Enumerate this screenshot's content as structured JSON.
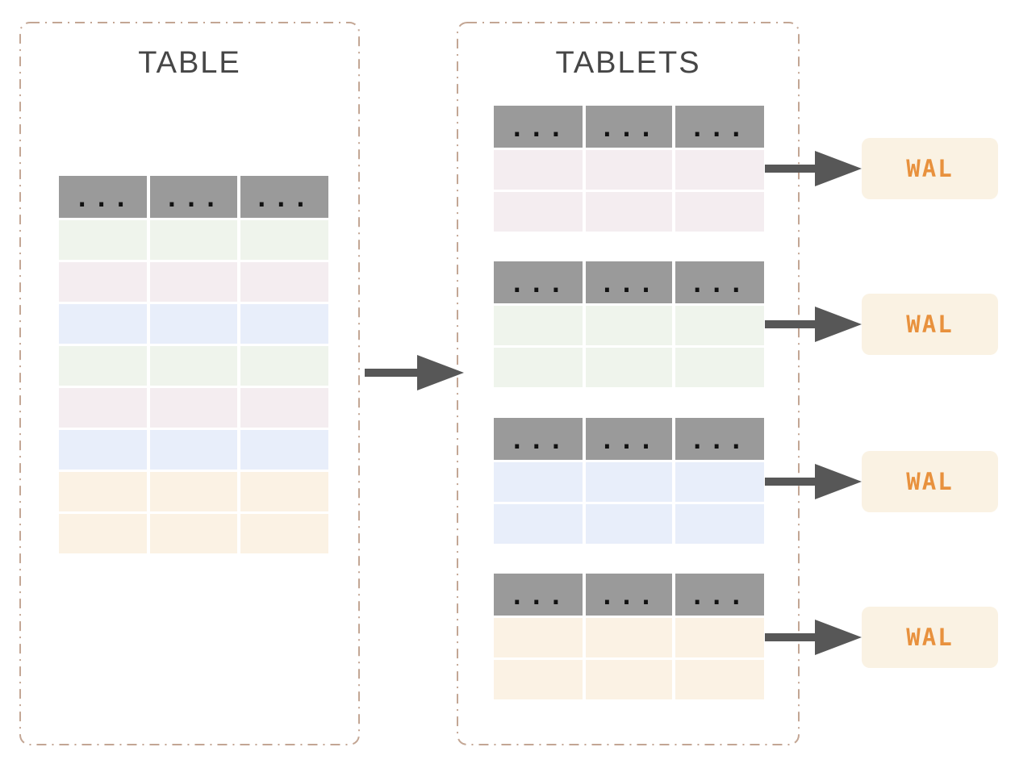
{
  "colors": {
    "panel_border": "#c3a694",
    "header_gray": "#9a9a9a",
    "row_green": "#eff4ec",
    "row_pink": "#f4edf0",
    "row_blue": "#e8eefa",
    "row_orange": "#fbf2e4",
    "arrow_gray": "#575757",
    "wal_bg": "#faf2e3",
    "wal_text": "#e8913d",
    "title_text": "#464646",
    "ellipsis_color": "#111111"
  },
  "glyphs": {
    "header_ellipsis": "..."
  },
  "left_panel": {
    "title": "TABLE",
    "columns": 3,
    "rows": [
      {
        "color_name": "green",
        "color": "#eff4ec"
      },
      {
        "color_name": "pink",
        "color": "#f4edf0"
      },
      {
        "color_name": "blue",
        "color": "#e8eefa"
      },
      {
        "color_name": "green",
        "color": "#eff4ec"
      },
      {
        "color_name": "pink",
        "color": "#f4edf0"
      },
      {
        "color_name": "blue",
        "color": "#e8eefa"
      },
      {
        "color_name": "orange",
        "color": "#fbf2e4"
      },
      {
        "color_name": "orange",
        "color": "#fbf2e4"
      }
    ]
  },
  "right_panel": {
    "title": "TABLETS",
    "tablets": [
      {
        "color_name": "pink",
        "row_color": "#f4edf0",
        "wal_label": "WAL"
      },
      {
        "color_name": "green",
        "row_color": "#eff4ec",
        "wal_label": "WAL"
      },
      {
        "color_name": "blue",
        "row_color": "#e8eefa",
        "wal_label": "WAL"
      },
      {
        "color_name": "orange",
        "row_color": "#fbf2e4",
        "wal_label": "WAL"
      }
    ]
  }
}
